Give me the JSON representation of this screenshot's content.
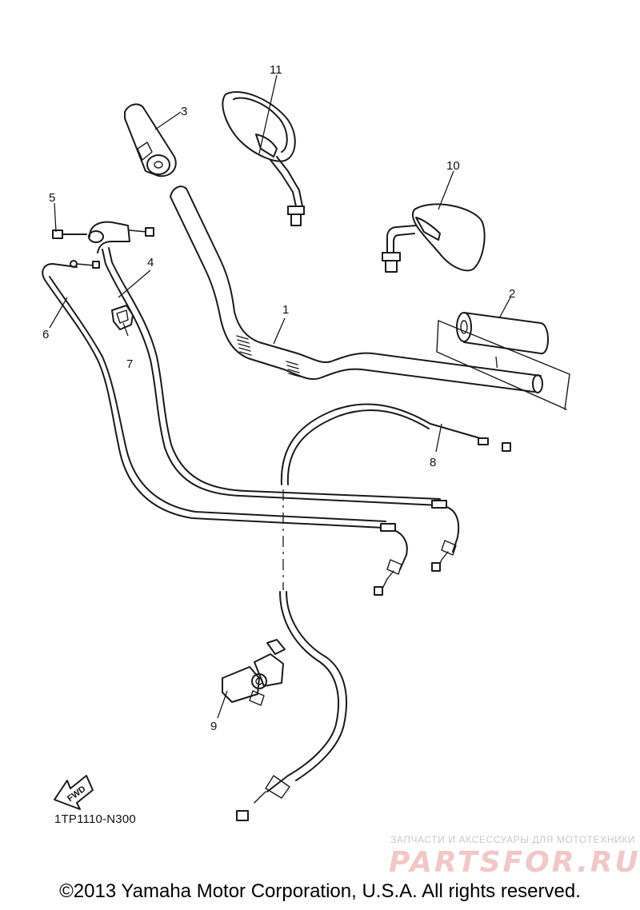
{
  "diagram": {
    "part_numbers": [
      "1",
      "2",
      "3",
      "4",
      "5",
      "6",
      "7",
      "8",
      "9",
      "10",
      "11"
    ],
    "fwd_label": "FWD",
    "diagram_code": "1TP1110-N300"
  },
  "watermark": {
    "tagline": "ЗАПЧАСТИ И АКСЕССУАРЫ ДЛЯ МОТОТЕХНИКИ",
    "logo": "PARTSFOR.RU"
  },
  "footer": {
    "copyright": "©2013 Yamaha Motor Corporation, U.S.A. All rights reserved."
  }
}
